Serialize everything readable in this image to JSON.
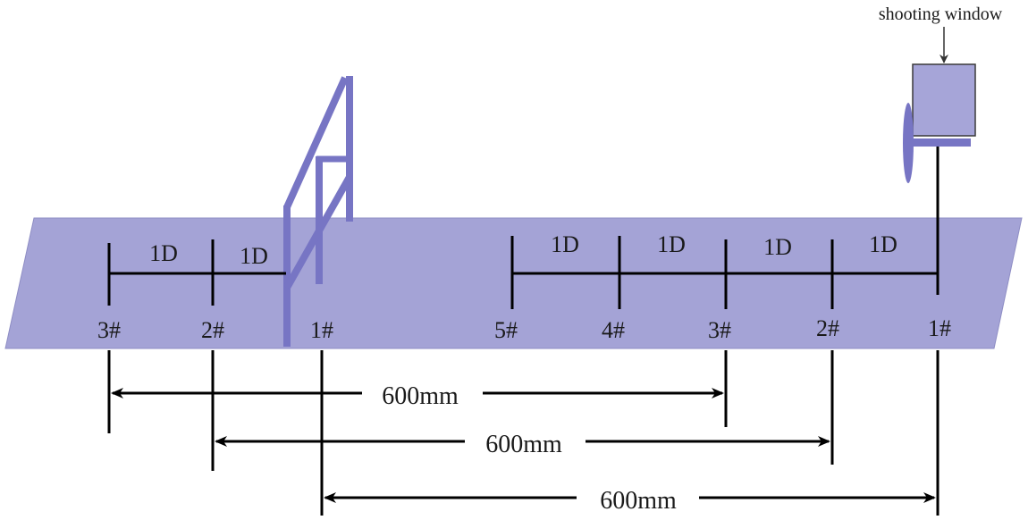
{
  "colors": {
    "plane_fill": "#a4a3d6",
    "plane_stroke": "#8e8dc4",
    "fixture": "#7775c4",
    "window_fill": "#a6a5d8",
    "window_stroke": "#3a3a3a",
    "ink": "#000000"
  },
  "camera": {
    "caption": "shooting window"
  },
  "left_group": {
    "segment_labels": [
      "1D",
      "1D"
    ],
    "position_labels": [
      "3#",
      "2#",
      "1#"
    ]
  },
  "right_group": {
    "segment_labels": [
      "1D",
      "1D",
      "1D",
      "1D"
    ],
    "position_labels": [
      "5#",
      "4#",
      "3#",
      "2#",
      "1#"
    ]
  },
  "dimensions": [
    {
      "label": "600mm"
    },
    {
      "label": "600mm"
    },
    {
      "label": "600mm"
    }
  ]
}
